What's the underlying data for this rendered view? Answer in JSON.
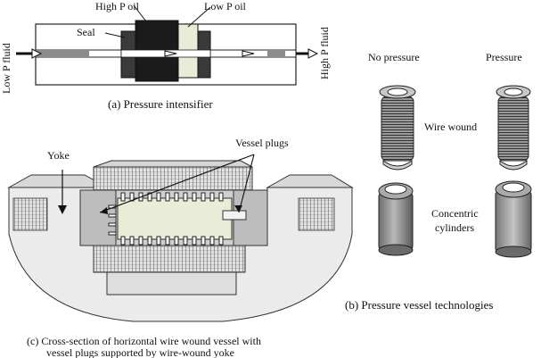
{
  "panel_a": {
    "caption": "(a) Pressure intensifier",
    "high_p_oil": "High P oil",
    "low_p_oil": "Low P oil",
    "seal": "Seal",
    "low_p_fluid": "Low P fluid",
    "high_p_fluid": "High P fluid"
  },
  "panel_b": {
    "caption": "(b) Pressure vessel technologies",
    "col_no_pressure": "No pressure",
    "col_pressure": "Pressure",
    "row_wire_wound": "Wire wound",
    "row_concentric_line1": "Concentric",
    "row_concentric_line2": "cylinders"
  },
  "panel_c": {
    "caption_line1": "(c) Cross-section of horizontal wire wound vessel with",
    "caption_line2": "vessel plugs supported by wire-wound yoke",
    "yoke": "Yoke",
    "vessel_plugs": "Vessel plugs"
  },
  "colors": {
    "line": "#222222",
    "dark_block": "#1a1a1a",
    "mid_gray": "#8c8c8c",
    "light_gray": "#d9d9d9",
    "cream": "#e9ecd6"
  }
}
